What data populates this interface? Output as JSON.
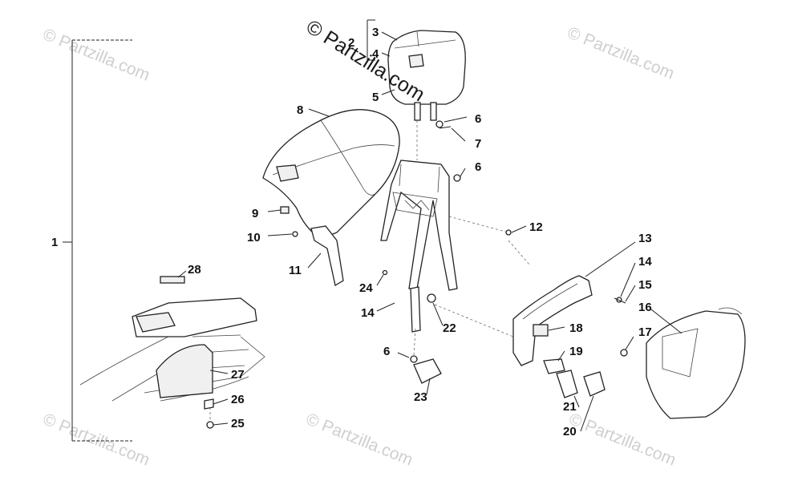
{
  "diagram": {
    "watermark": "© Partzilla.com",
    "callouts": [
      "1",
      "2",
      "3",
      "4",
      "5",
      "6",
      "6",
      "6",
      "7",
      "8",
      "9",
      "10",
      "11",
      "12",
      "13",
      "14",
      "14",
      "15",
      "16",
      "17",
      "18",
      "19",
      "20",
      "21",
      "22",
      "23",
      "24",
      "25",
      "26",
      "27",
      "28"
    ]
  }
}
